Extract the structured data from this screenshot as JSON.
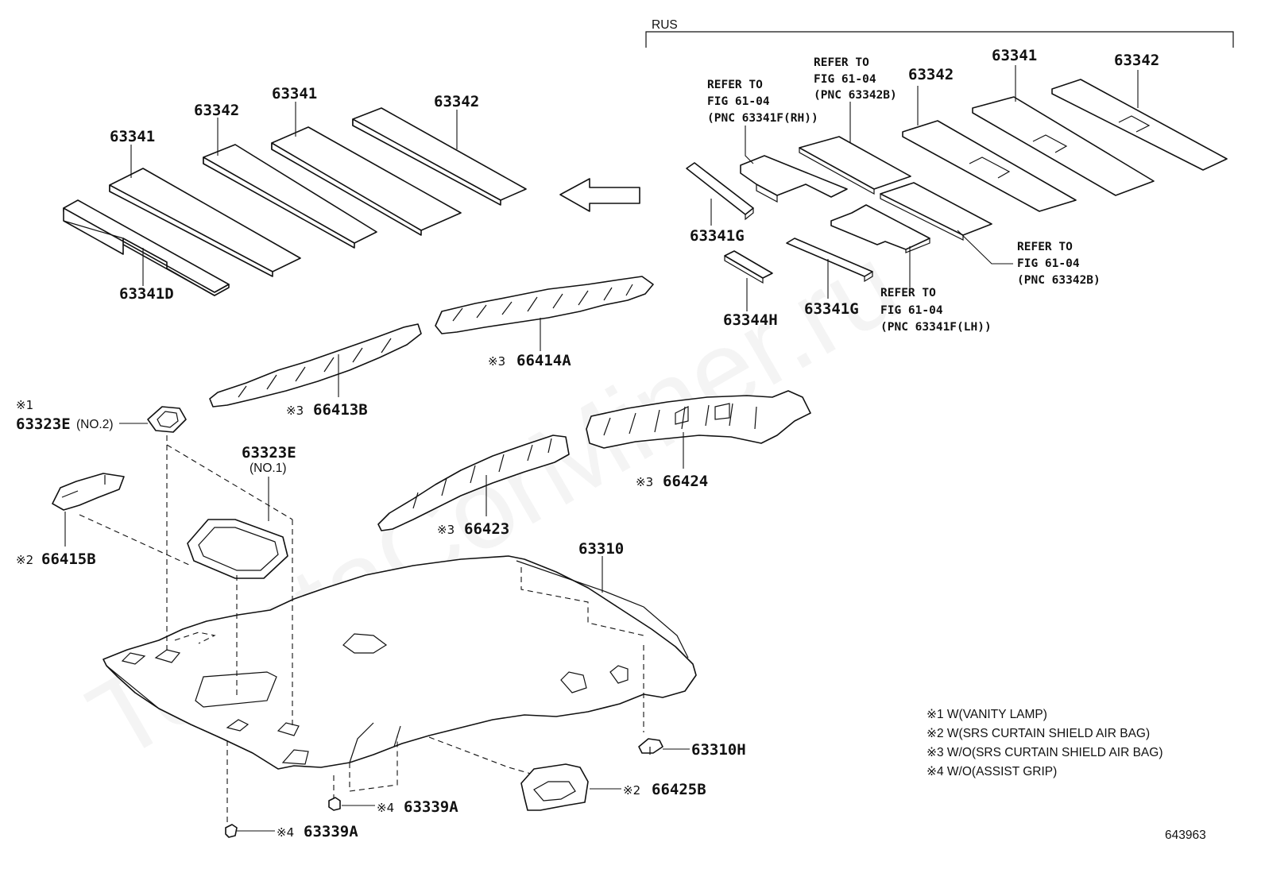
{
  "diagram": {
    "watermark": "ToyotaCorMiner.ru",
    "group_label": "RUS",
    "figure_number": "643963",
    "legend": [
      "※1 W(VANITY LAMP)",
      "※2 W(SRS CURTAIN SHIELD AIR BAG)",
      "※3 W/O(SRS CURTAIN SHIELD AIR BAG)",
      "※4 W/O(ASSIST GRIP)"
    ],
    "left_pads": {
      "p1": "63341",
      "p2": "63342",
      "p3": "63341",
      "p4": "63342",
      "p5": "63341D"
    },
    "rus": {
      "p1": "63342",
      "p2": "63341",
      "p3": "63342",
      "p4": "63341G",
      "p5": "63344H",
      "p6": "63341G",
      "ref1": [
        "REFER TO",
        "FIG 61-04",
        "(PNC 63341F(RH))"
      ],
      "ref2": [
        "REFER TO",
        "FIG 61-04",
        "(PNC 63342B)"
      ],
      "ref3": [
        "REFER TO",
        "FIG 61-04",
        "(PNC 63342B)"
      ],
      "ref4": [
        "REFER TO",
        "FIG 61-04",
        "(PNC 63341F(LH))"
      ]
    },
    "parts": {
      "p66414a": {
        "mark": "※3",
        "pn": "66414A"
      },
      "p66413b": {
        "mark": "※3",
        "pn": "66413B"
      },
      "p66424": {
        "mark": "※3",
        "pn": "66424"
      },
      "p66423": {
        "mark": "※3",
        "pn": "66423"
      },
      "p63323e2": {
        "mark": "※1",
        "pn": "63323E",
        "sub": "(NO.2)"
      },
      "p63323e1": {
        "pn": "63323E",
        "sub": "(NO.1)"
      },
      "p66415b": {
        "mark": "※2",
        "pn": "66415B"
      },
      "p63310": {
        "pn": "63310"
      },
      "p63310h": {
        "pn": "63310H"
      },
      "p66425b": {
        "mark": "※2",
        "pn": "66425B"
      },
      "p63339a1": {
        "mark": "※4",
        "pn": "63339A"
      },
      "p63339a2": {
        "mark": "※4",
        "pn": "63339A"
      }
    }
  }
}
